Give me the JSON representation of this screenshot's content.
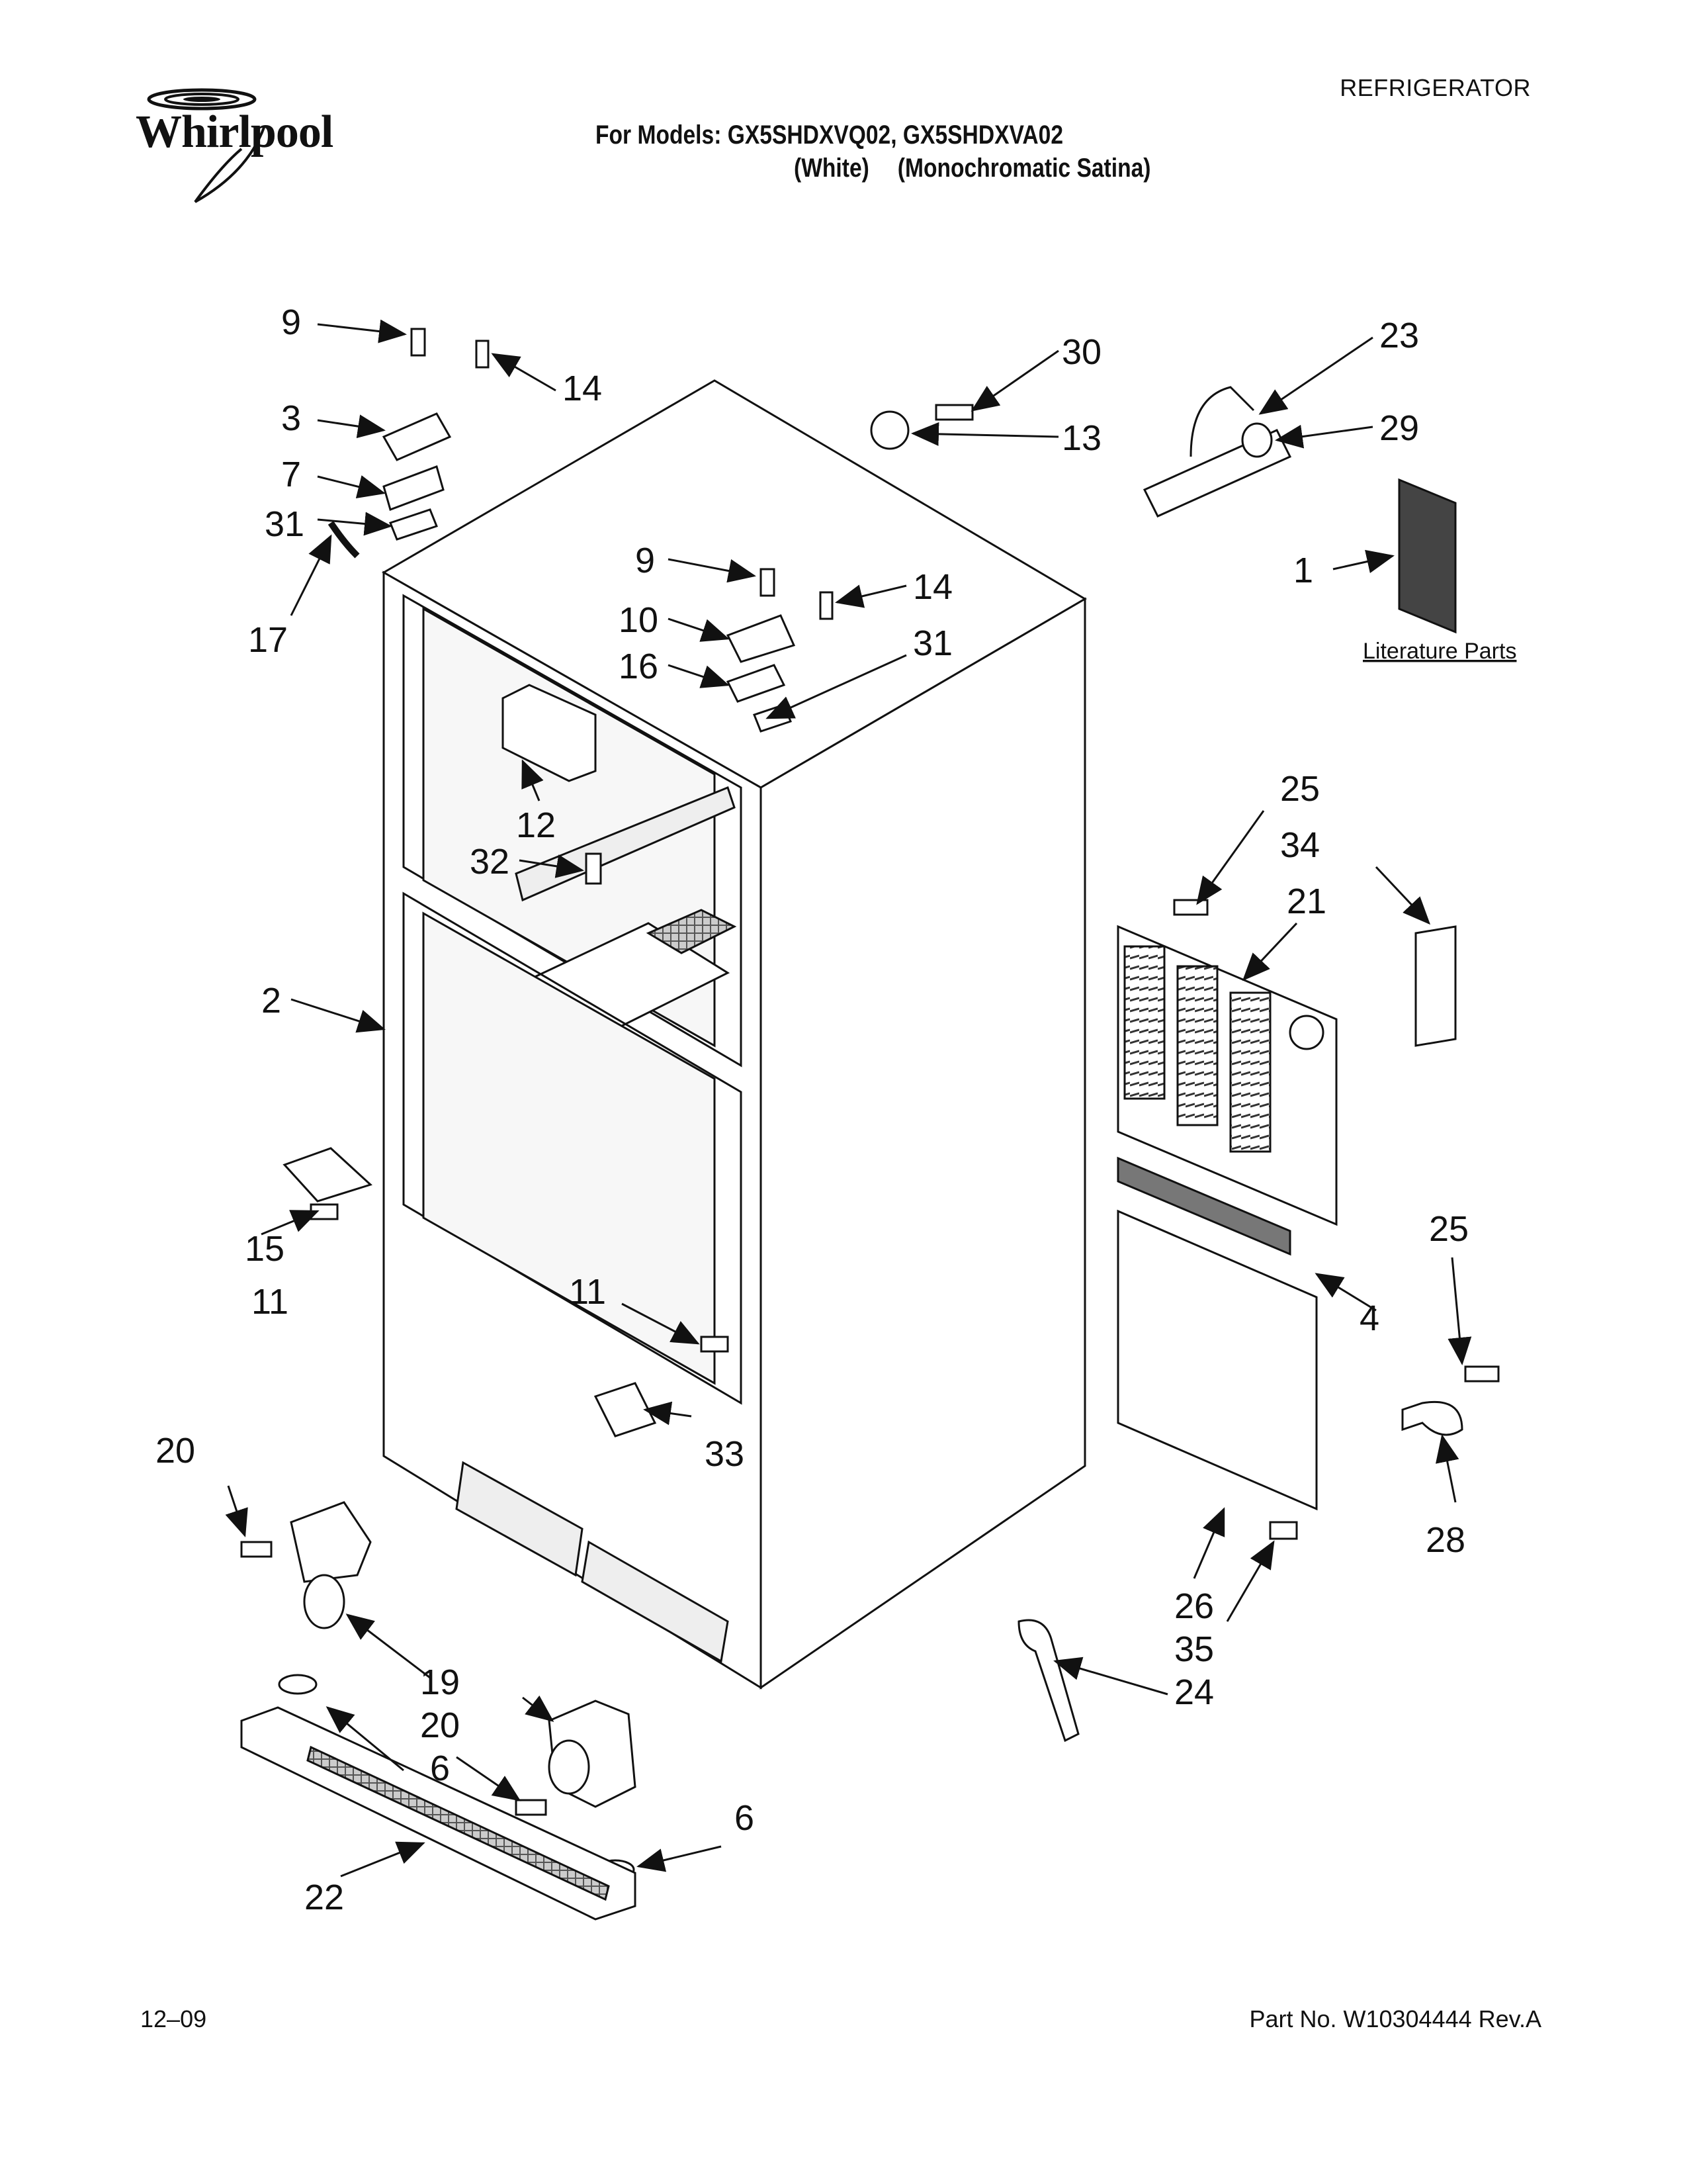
{
  "brand": {
    "logo_text": "Whirlpool"
  },
  "header": {
    "doc_type": "REFRIGERATOR",
    "models_line": "For Models: GX5SHDXVQ02, GX5SHDXVA02",
    "variant_a": "(White)",
    "variant_b": "(Monochromatic Satina)"
  },
  "diagram": {
    "literature_label": "Literature Parts",
    "callouts": {
      "c9a": "9",
      "c14a": "14",
      "c3": "3",
      "c7": "7",
      "c31a": "31",
      "c17": "17",
      "c30": "30",
      "c13": "13",
      "c23": "23",
      "c29": "29",
      "c1": "1",
      "c9b": "9",
      "c14b": "14",
      "c10": "10",
      "c16": "16",
      "c31b": "31",
      "c12": "12",
      "c32": "32",
      "c2": "2",
      "c15": "15",
      "c11a": "11",
      "c11b": "11",
      "c33": "33",
      "c25a": "25",
      "c34": "34",
      "c21": "21",
      "c4": "4",
      "c25b": "25",
      "c28": "28",
      "c26": "26",
      "c35": "35",
      "c24": "24",
      "c20a": "20",
      "c19": "19",
      "c20b": "20",
      "c6a": "6",
      "c6b": "6",
      "c22": "22"
    }
  },
  "footer": {
    "date": "12–09",
    "part_number": "Part No. W10304444 Rev.A"
  }
}
